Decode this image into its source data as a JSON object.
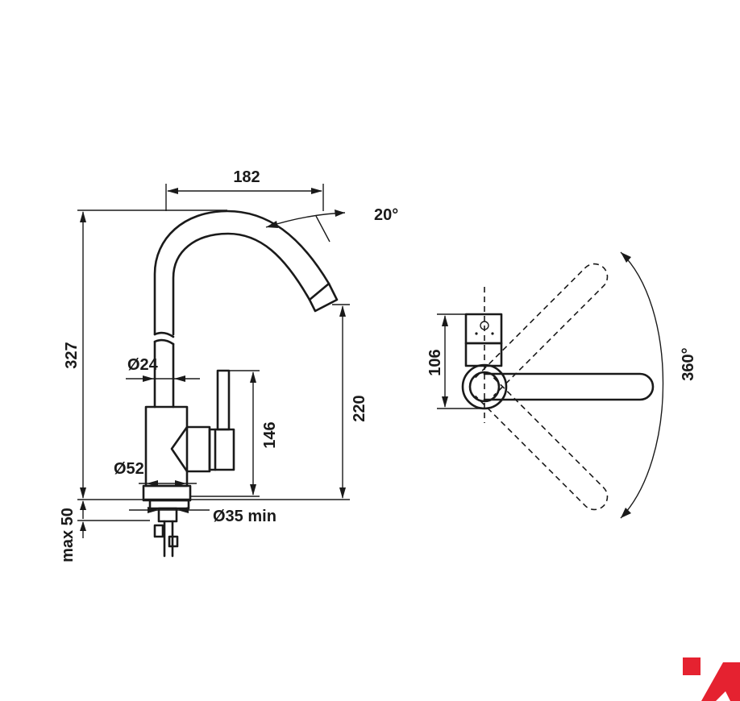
{
  "dimensions": {
    "width_top": "182",
    "spout_angle": "20°",
    "total_height": "327",
    "spout_height": "220",
    "lever_height": "146",
    "diameter_spout": "Ø24",
    "diameter_body": "Ø52",
    "hole_diameter": "Ø35 min",
    "max_thickness": "max 50",
    "top_view_depth": "106",
    "rotation": "360°"
  },
  "colors": {
    "line": "#1a1a1a",
    "brand": "#e52230"
  },
  "logo": {
    "icon": "brand-logo-mark"
  }
}
